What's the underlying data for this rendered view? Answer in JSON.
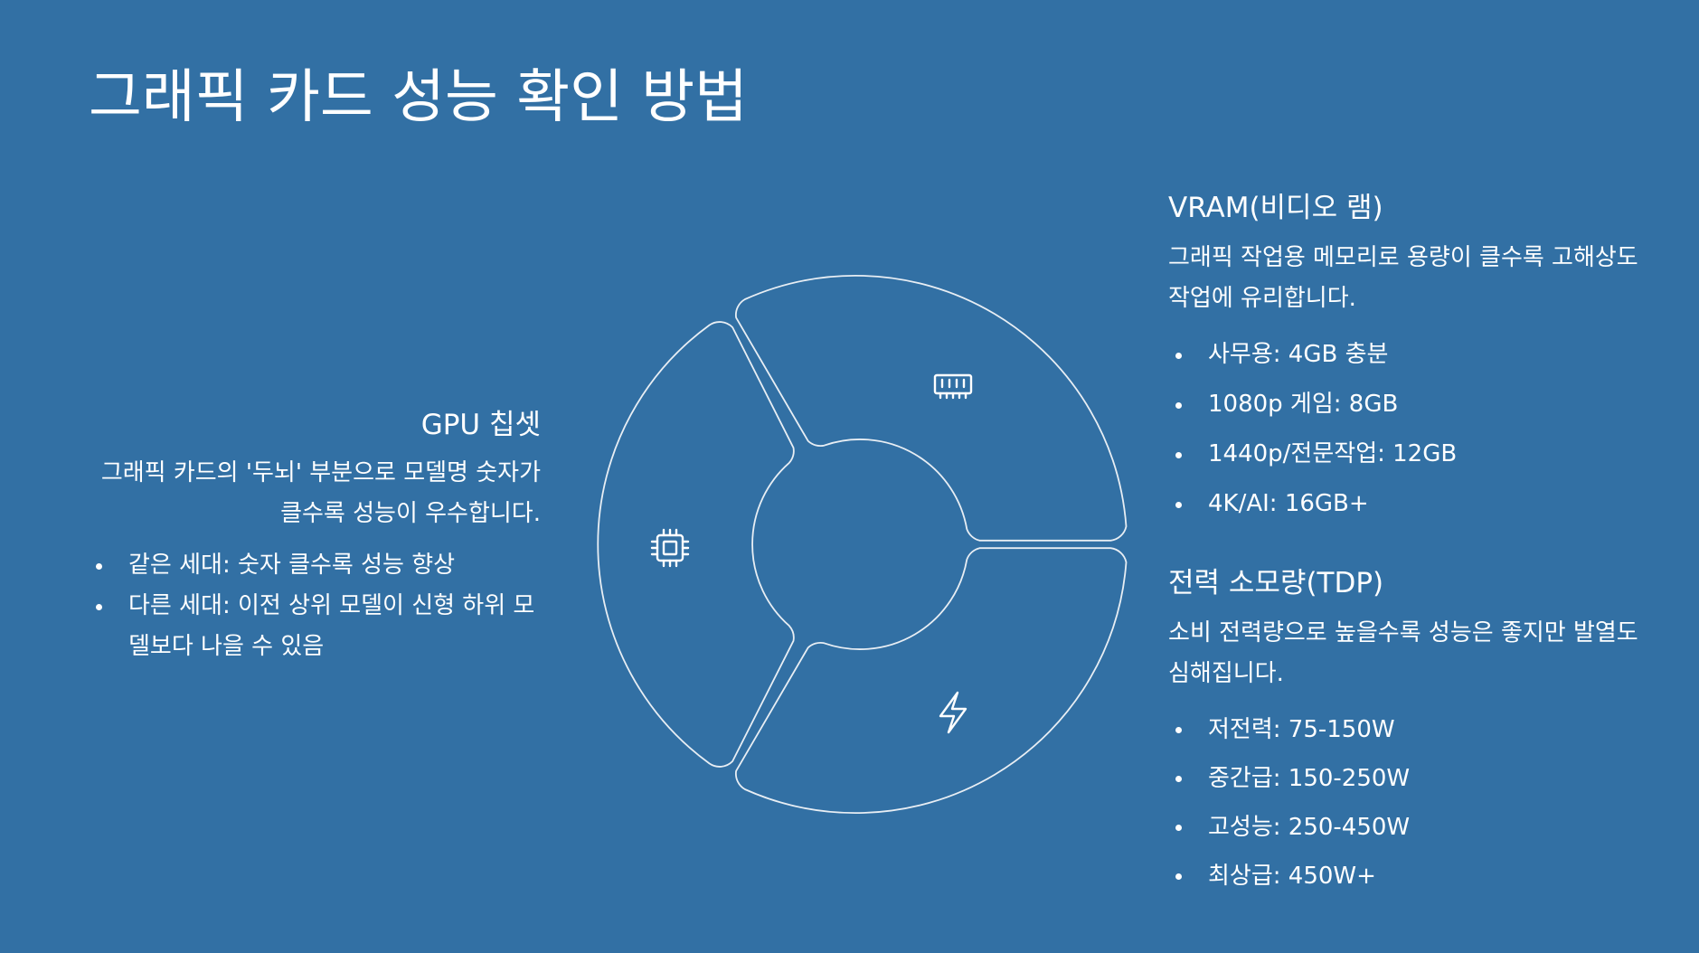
{
  "title": "그래픽 카드 성능 확인 방법",
  "gpu": {
    "title": "GPU 칩셋",
    "description": "그래픽 카드의 '두뇌' 부분으로 모델명 숫자가 클수록 성능이 우수합니다.",
    "bullets": [
      "같은 세대: 숫자 클수록 성능 향상",
      "다른 세대: 이전 상위 모델이 신형 하위 모델보다 나을 수 있음"
    ]
  },
  "vram": {
    "title": "VRAM(비디오 램)",
    "description": "그래픽 작업용 메모리로 용량이 클수록 고해상도 작업에 유리합니다.",
    "bullets": [
      "사무용: 4GB 충분",
      "1080p 게임: 8GB",
      "1440p/전문작업: 12GB",
      "4K/AI: 16GB+"
    ]
  },
  "tdp": {
    "title": "전력 소모량(TDP)",
    "description": "소비 전력량으로 높을수록 성능은 좋지만 발열도 심해집니다.",
    "bullets": [
      "저전력: 75-150W",
      "중간급: 150-250W",
      "고성능: 250-450W",
      "최상급: 450W+"
    ]
  },
  "diagram": {
    "segments": [
      {
        "name": "gpu-chipset",
        "icon": "chip-icon"
      },
      {
        "name": "vram",
        "icon": "memory-icon"
      },
      {
        "name": "power",
        "icon": "lightning-icon"
      }
    ],
    "colors": {
      "background": "#3270a4",
      "stroke": "#e8eef4",
      "text": "#ffffff"
    }
  }
}
